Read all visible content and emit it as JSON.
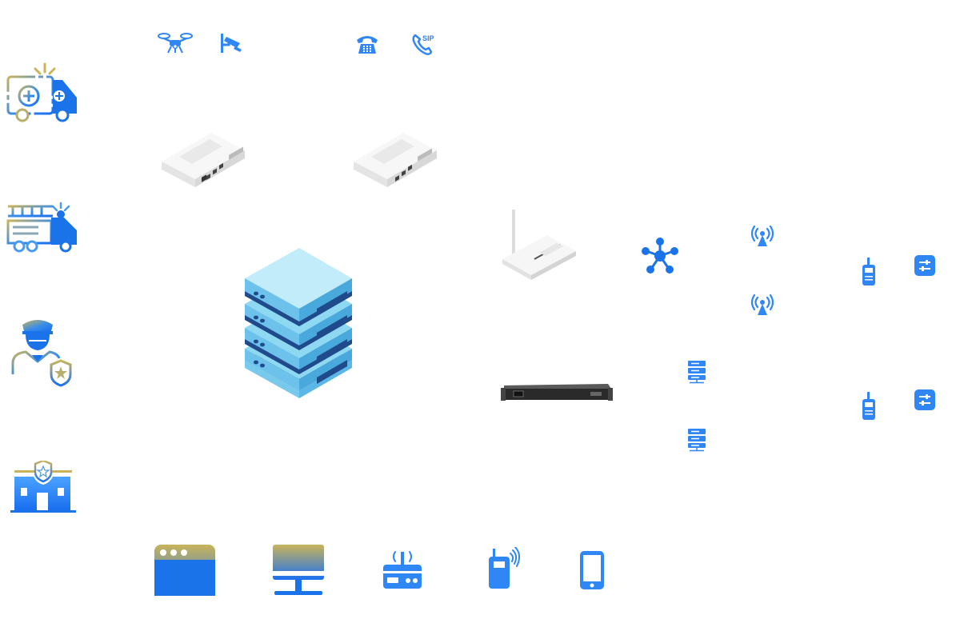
{
  "colors": {
    "accent_blue": "#1a73e8",
    "icon_blue": "#2f86f5",
    "gradient_gold": "#c9b45a",
    "server_light": "#7fd0ee",
    "server_dark": "#1f4a8c",
    "router_white": "#f2f2f2"
  },
  "top_icons": {
    "drone": "drone-icon",
    "camera": "surveillance-camera-icon",
    "telephone": "telephone-icon",
    "sip_phone": "sip-phone-icon",
    "sip_label": "SIP"
  },
  "left_column": [
    "ambulance-icon",
    "fire-truck-icon",
    "police-officer-icon",
    "police-station-icon"
  ],
  "center_devices": [
    "gateway-router-left",
    "gateway-router-right",
    "server-stack"
  ],
  "right_devices": [
    "wifi-router",
    "rack-unit",
    "network-hub-icon",
    "antenna-icon",
    "antenna-icon",
    "server-icon",
    "server-icon",
    "walkie-talkie-icon",
    "walkie-talkie-icon",
    "settings-icon",
    "settings-icon"
  ],
  "bottom_icons": [
    "browser-window-icon",
    "monitor-icon",
    "radio-base-station-icon",
    "handheld-radio-icon",
    "smartphone-icon"
  ]
}
